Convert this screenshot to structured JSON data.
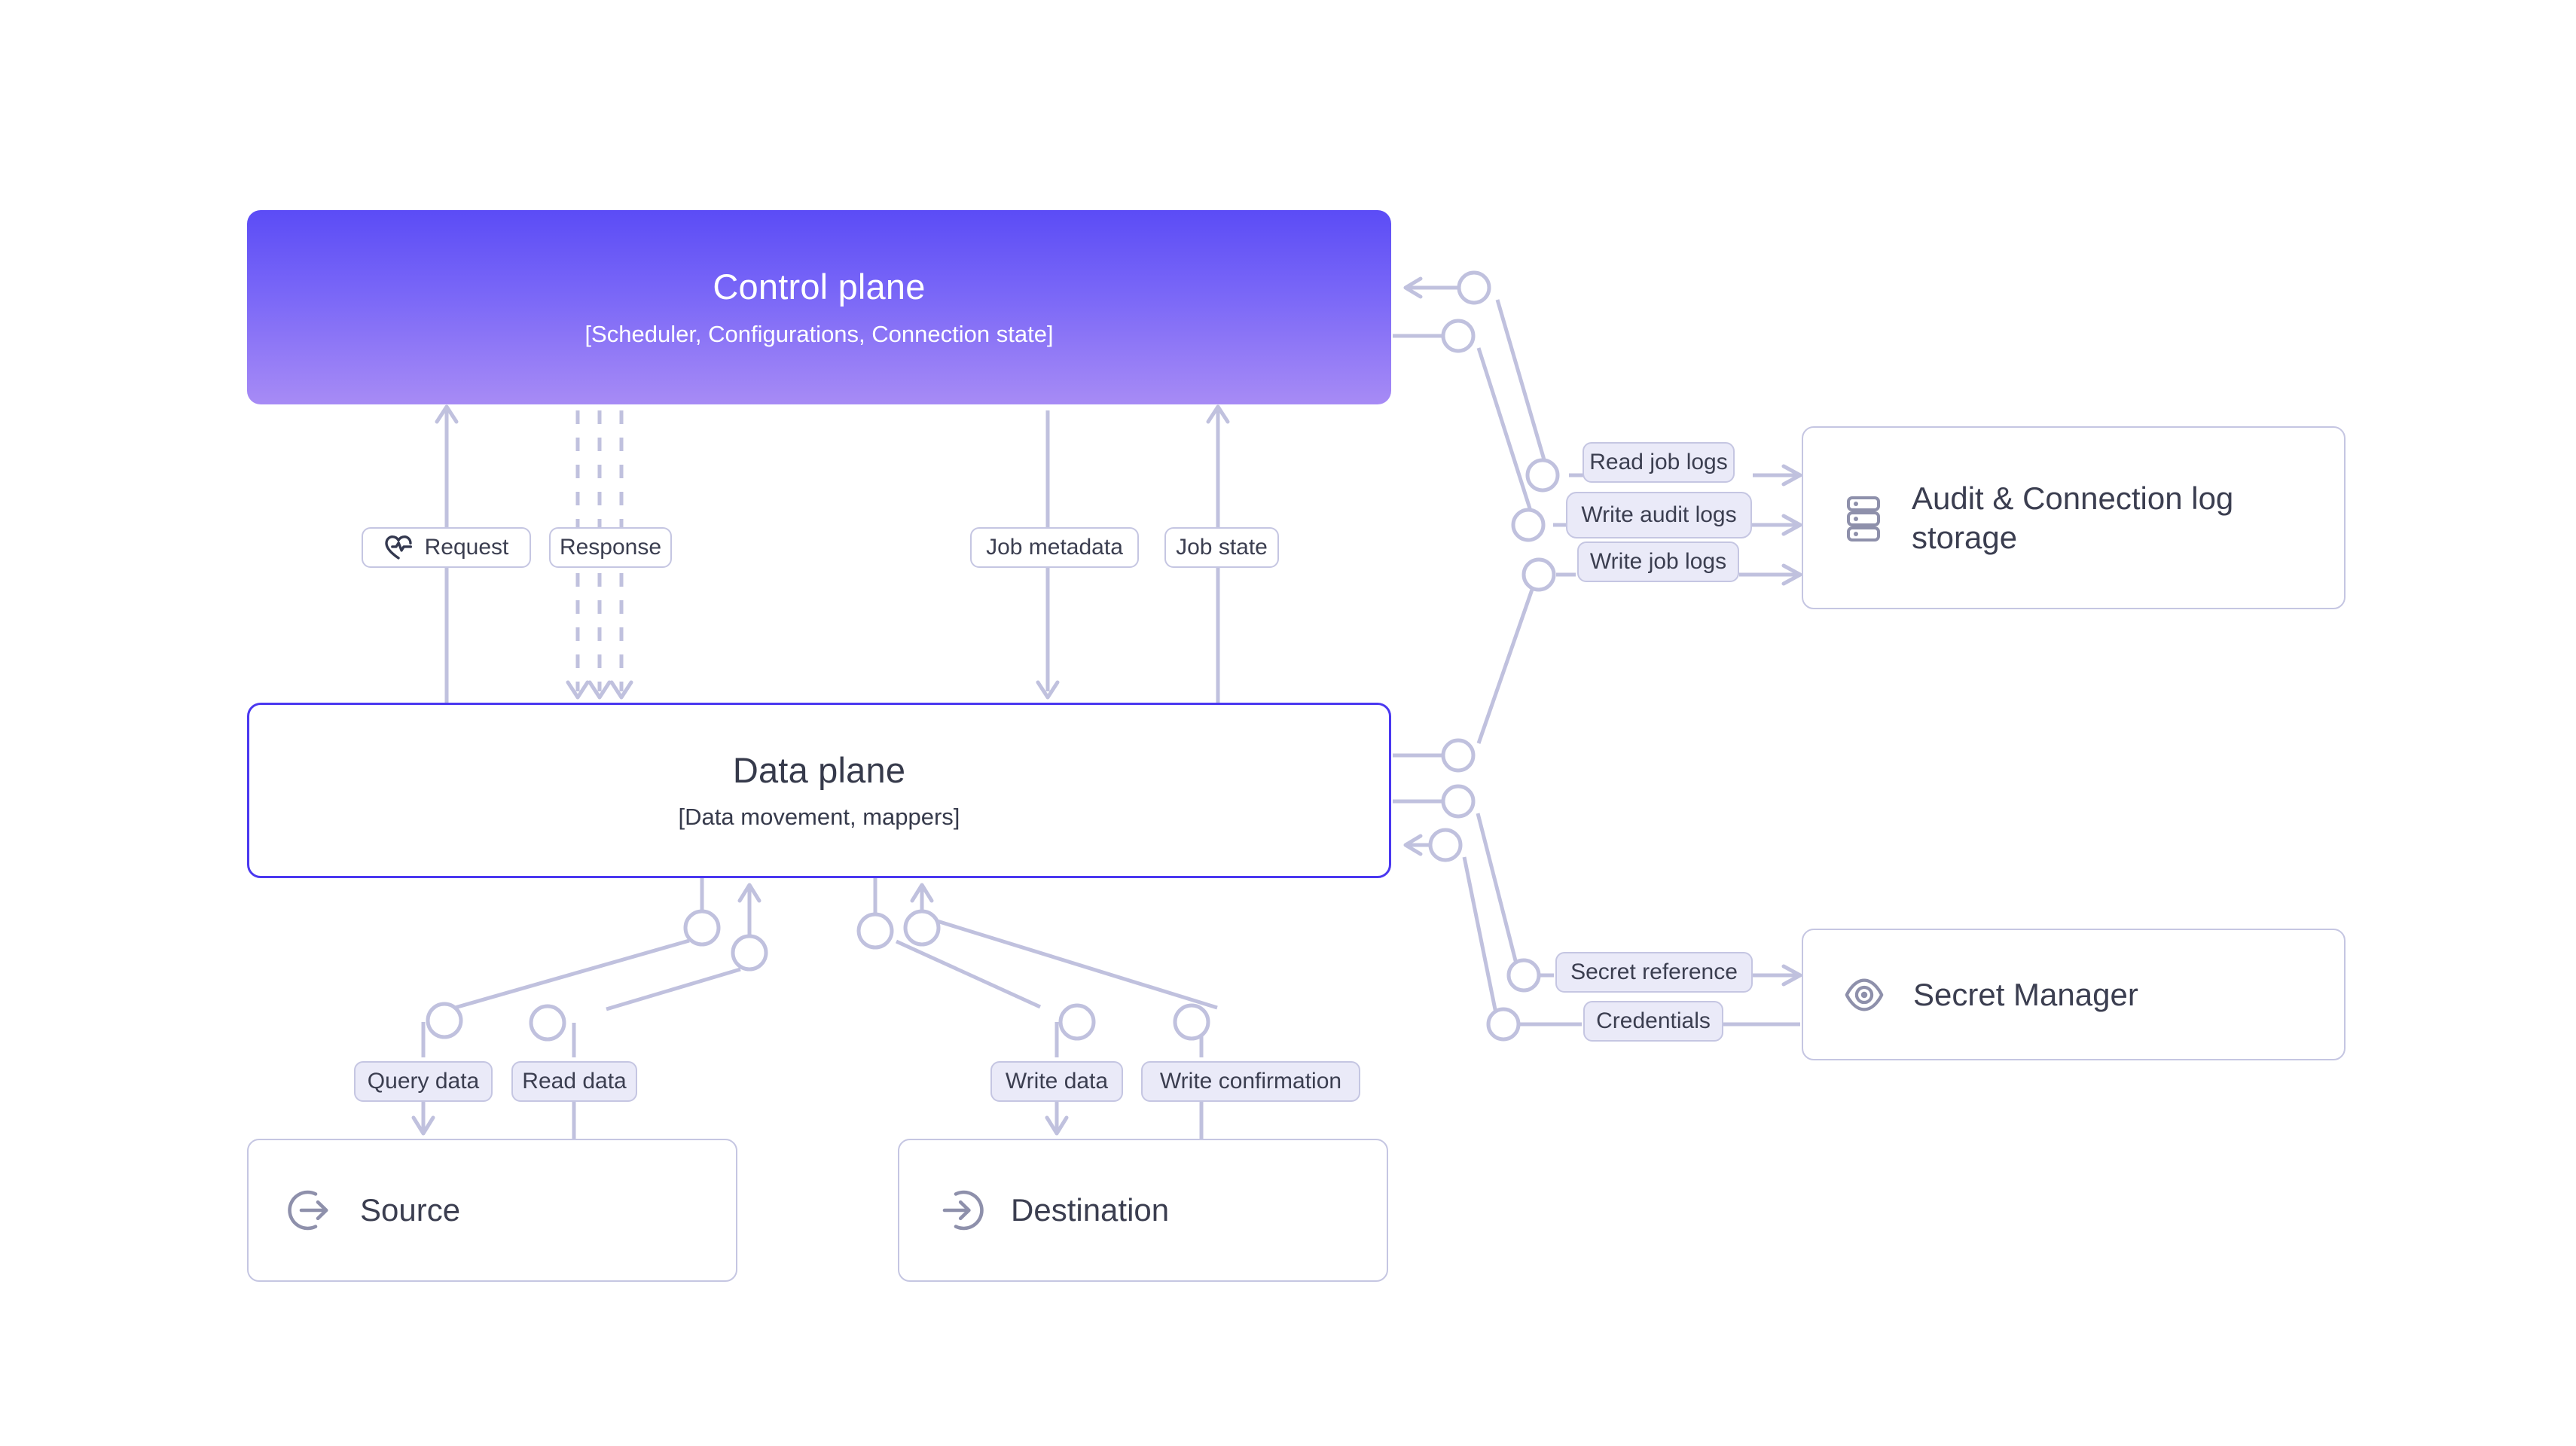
{
  "diagram": {
    "title": "Control plane / Data plane architecture",
    "background_color": "#ffffff",
    "accent_color": "#4a38f0",
    "node_stroke_color": "#c5c6e2",
    "pill_tint_color": "#eaeaf8",
    "text_color": "#3b3e50"
  },
  "planes": {
    "control": {
      "title": "Control plane",
      "subtitle": "[Scheduler, Configurations, Connection state]",
      "gradient_from": "#5b4cf6",
      "gradient_to": "#a78bf5",
      "text_color": "#ffffff"
    },
    "data": {
      "title": "Data plane",
      "subtitle": "[Data movement, mappers]",
      "border_color": "#4a38f0",
      "text_color": "#363a4b"
    }
  },
  "cards": [
    {
      "id": "audit",
      "label": "Audit & Connection log storage",
      "icon": "server-rack-icon"
    },
    {
      "id": "secret",
      "label": "Secret Manager",
      "icon": "eye-target-icon"
    },
    {
      "id": "source",
      "label": "Source",
      "icon": "arrow-out-circle-icon"
    },
    {
      "id": "dest",
      "label": "Destination",
      "icon": "arrow-in-circle-icon"
    }
  ],
  "edge_labels": {
    "request": {
      "text": "Request",
      "icon": "heart-pulse-icon",
      "style": "plain"
    },
    "response": {
      "text": "Response",
      "icon": null,
      "style": "plain"
    },
    "job_metadata": {
      "text": "Job metadata",
      "icon": null,
      "style": "plain"
    },
    "job_state": {
      "text": "Job state",
      "icon": null,
      "style": "plain"
    },
    "read_job_logs": {
      "text": "Read job logs",
      "icon": null,
      "style": "tint"
    },
    "write_audit_logs": {
      "text": "Write audit logs",
      "icon": null,
      "style": "tint"
    },
    "write_job_logs": {
      "text": "Write job logs",
      "icon": null,
      "style": "tint"
    },
    "secret_reference": {
      "text": "Secret reference",
      "icon": null,
      "style": "tint"
    },
    "credentials": {
      "text": "Credentials",
      "icon": null,
      "style": "tint"
    },
    "query_data": {
      "text": "Query data",
      "icon": null,
      "style": "tint"
    },
    "read_data": {
      "text": "Read data",
      "icon": null,
      "style": "tint"
    },
    "write_data": {
      "text": "Write data",
      "icon": null,
      "style": "tint"
    },
    "write_confirmation": {
      "text": "Write confirmation",
      "icon": null,
      "style": "tint"
    }
  },
  "flows": [
    {
      "from": "data-plane",
      "to": "control-plane",
      "label": "Request",
      "direction": "up",
      "line": "solid"
    },
    {
      "from": "control-plane",
      "to": "data-plane",
      "label": "Response",
      "direction": "down",
      "line": "dashed"
    },
    {
      "from": "control-plane",
      "to": "data-plane",
      "label": "Job metadata",
      "direction": "down",
      "line": "solid"
    },
    {
      "from": "data-plane",
      "to": "control-plane",
      "label": "Job state",
      "direction": "up",
      "line": "solid"
    },
    {
      "from": "audit",
      "to": "control-plane",
      "label": "Read job logs",
      "direction": "left",
      "line": "solid"
    },
    {
      "from": "control-plane",
      "to": "audit",
      "label": "Write audit logs",
      "direction": "right",
      "line": "solid"
    },
    {
      "from": "data-plane",
      "to": "audit",
      "label": "Write job logs",
      "direction": "right",
      "line": "solid"
    },
    {
      "from": "data-plane",
      "to": "secret",
      "label": "Secret reference",
      "direction": "right",
      "line": "solid"
    },
    {
      "from": "secret",
      "to": "data-plane",
      "label": "Credentials",
      "direction": "left",
      "line": "solid"
    },
    {
      "from": "data-plane",
      "to": "source",
      "label": "Query data",
      "direction": "down",
      "line": "solid"
    },
    {
      "from": "source",
      "to": "data-plane",
      "label": "Read data",
      "direction": "up",
      "line": "solid"
    },
    {
      "from": "data-plane",
      "to": "dest",
      "label": "Write data",
      "direction": "down",
      "line": "solid"
    },
    {
      "from": "dest",
      "to": "data-plane",
      "label": "Write confirmation",
      "direction": "up",
      "line": "solid"
    }
  ]
}
